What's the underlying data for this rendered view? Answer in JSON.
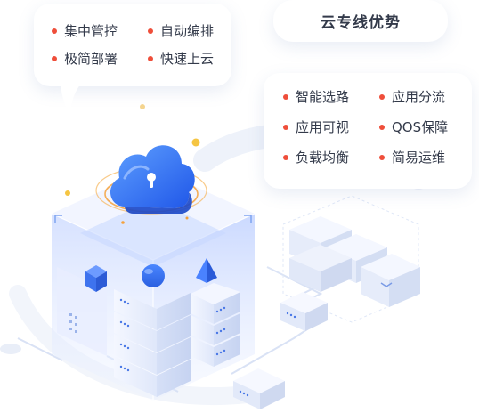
{
  "title_card": {
    "title": "云专线优势"
  },
  "left_card": {
    "items": [
      {
        "label": "集中管控"
      },
      {
        "label": "自动编排"
      },
      {
        "label": "极简部署"
      },
      {
        "label": "快速上云"
      }
    ]
  },
  "right_card": {
    "items": [
      {
        "label": "智能选路"
      },
      {
        "label": "应用分流"
      },
      {
        "label": "应用可视"
      },
      {
        "label": "QOS保障"
      },
      {
        "label": "负载均衡"
      },
      {
        "label": "简易运维"
      }
    ]
  },
  "colors": {
    "bullet": "#ef4e3a",
    "text": "#333a4a",
    "cloud_blue": "#2f6cf2",
    "accent_orange": "#f5a13b",
    "server_light": "#e7edfb"
  },
  "icons": [
    "cloud-lock-icon",
    "cube-icon",
    "sphere-icon",
    "pyramid-icon"
  ]
}
